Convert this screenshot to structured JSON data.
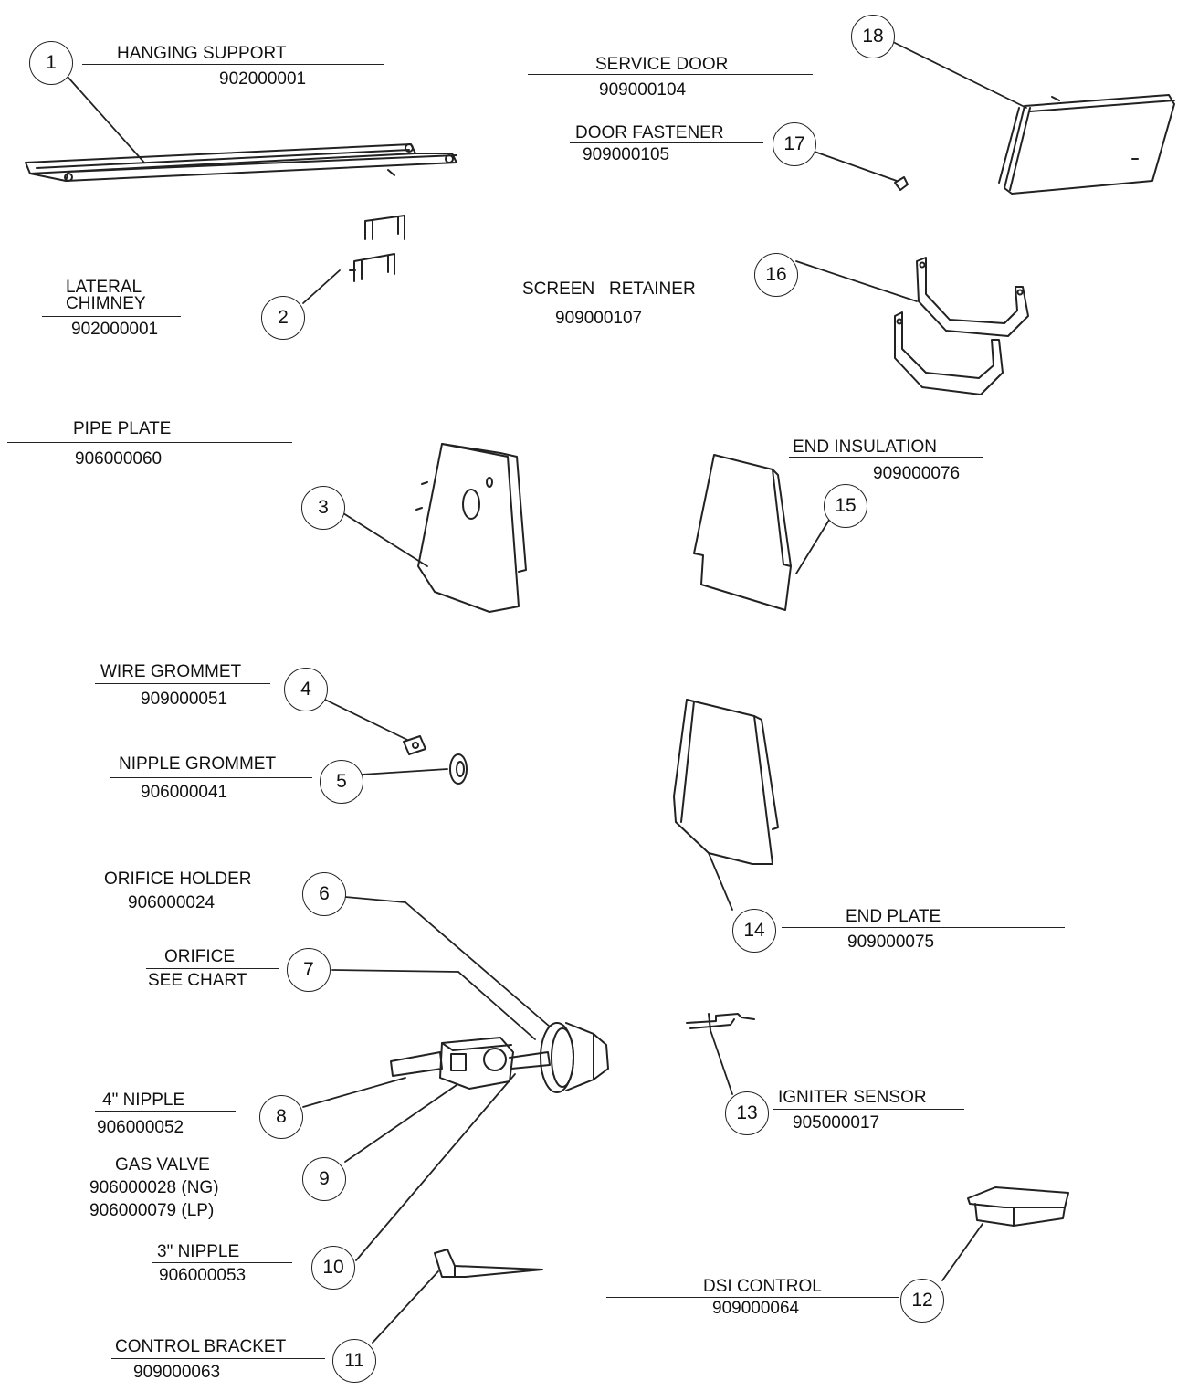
{
  "parts": [
    {
      "num": "1",
      "name": "HANGING SUPPORT",
      "part_no": "902000001"
    },
    {
      "num": "2",
      "name": "LATERAL CHIMNEY",
      "part_no": "902000001"
    },
    {
      "num": "3",
      "name": "PIPE PLATE",
      "part_no": "906000060"
    },
    {
      "num": "4",
      "name": "WIRE GROMMET",
      "part_no": "909000051"
    },
    {
      "num": "5",
      "name": "NIPPLE GROMMET",
      "part_no": "906000041"
    },
    {
      "num": "6",
      "name": "ORIFICE HOLDER",
      "part_no": "906000024"
    },
    {
      "num": "7",
      "name": "ORIFICE",
      "part_no": "SEE CHART"
    },
    {
      "num": "8",
      "name": "4\" NIPPLE",
      "part_no": "906000052"
    },
    {
      "num": "9",
      "name": "GAS VALVE",
      "part_no": "906000028 (NG)",
      "part_no_2": "906000079 (LP)"
    },
    {
      "num": "10",
      "name": "3\" NIPPLE",
      "part_no": "906000053"
    },
    {
      "num": "11",
      "name": "CONTROL BRACKET",
      "part_no": "909000063"
    },
    {
      "num": "12",
      "name": "DSI CONTROL",
      "part_no": "909000064"
    },
    {
      "num": "13",
      "name": "IGNITER SENSOR",
      "part_no": "905000017"
    },
    {
      "num": "14",
      "name": "END PLATE",
      "part_no": "909000075"
    },
    {
      "num": "15",
      "name": "END INSULATION",
      "part_no": "909000076"
    },
    {
      "num": "16",
      "name": "SCREEN   RETAINER",
      "part_no": "909000107"
    },
    {
      "num": "17",
      "name": "DOOR FASTENER",
      "part_no": "909000105"
    },
    {
      "num": "18",
      "name": "SERVICE DOOR",
      "part_no": "909000104"
    }
  ],
  "lateral_chimney_lines": [
    "LATERAL",
    "CHIMNEY"
  ]
}
